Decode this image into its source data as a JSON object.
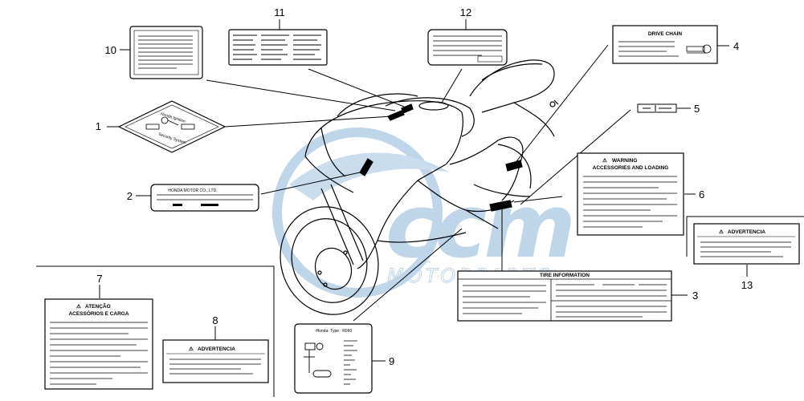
{
  "callouts": [
    "1",
    "2",
    "3",
    "4",
    "5",
    "6",
    "7",
    "8",
    "9",
    "10",
    "11",
    "12",
    "13"
  ],
  "labels": {
    "drive_chain": "DRIVE CHAIN",
    "warning_title": "WARNING",
    "warning_sub": "ACCESSORIES AND LOADING",
    "tire_information": "TIRE INFORMATION",
    "atencao_title": "ATENÇÃO",
    "atencao_sub": "ACESSÓRIOS E CARGA",
    "advertencia_8": "ADVERTENCIA",
    "advertencia_13": "ADVERTENCIA",
    "honda_motor": "HONDA MOTOR CO., LTD.",
    "honda_type": "-Honda- Type : R060",
    "ignition_top": "Honda  Ignition",
    "ignition_bottom": "Security  System"
  },
  "watermark": {
    "logo": "ccm",
    "sub": "MOTORPARTS",
    "color": "#a9c7e3"
  }
}
